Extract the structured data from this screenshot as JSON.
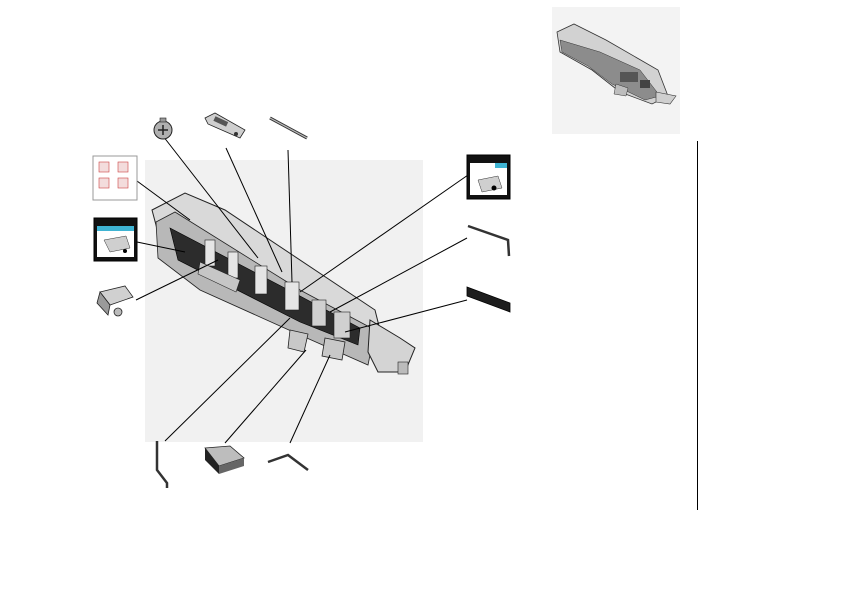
{
  "colors": {
    "line": "#000000",
    "part_light": "#d6d6d6",
    "part_mid": "#a8a8a8",
    "part_dark": "#3a3a3a",
    "shadow_backdrop": "#ececec",
    "label_accent": "#3fb4d3"
  },
  "figure": {
    "parts": [
      "thumbnail-frame",
      "screw",
      "left-bracket",
      "spring-rod",
      "warning-label",
      "instruction-label-left",
      "latch-clip",
      "instruction-label-right",
      "hook-bar",
      "black-pad",
      "long-wire",
      "foam-block",
      "angled-rod"
    ]
  }
}
